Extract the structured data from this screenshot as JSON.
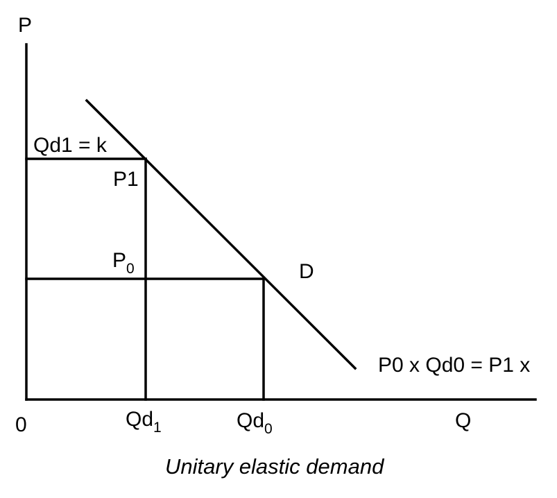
{
  "labels": {
    "p_axis": "P",
    "q_axis": "Q",
    "origin": "0",
    "qd1_k": "Qd1 = k",
    "p1": "P1",
    "p0_base": "P",
    "p0_sub": "0",
    "demand": "D",
    "qd1_base": "Qd",
    "qd1_sub": "1",
    "qd0_base": "Qd",
    "qd0_sub": "0",
    "equation": "P0 x Qd0 = P1 x"
  },
  "caption": "Unitary elastic demand",
  "colors": {
    "ink": "#000000",
    "background": "#ffffff"
  }
}
